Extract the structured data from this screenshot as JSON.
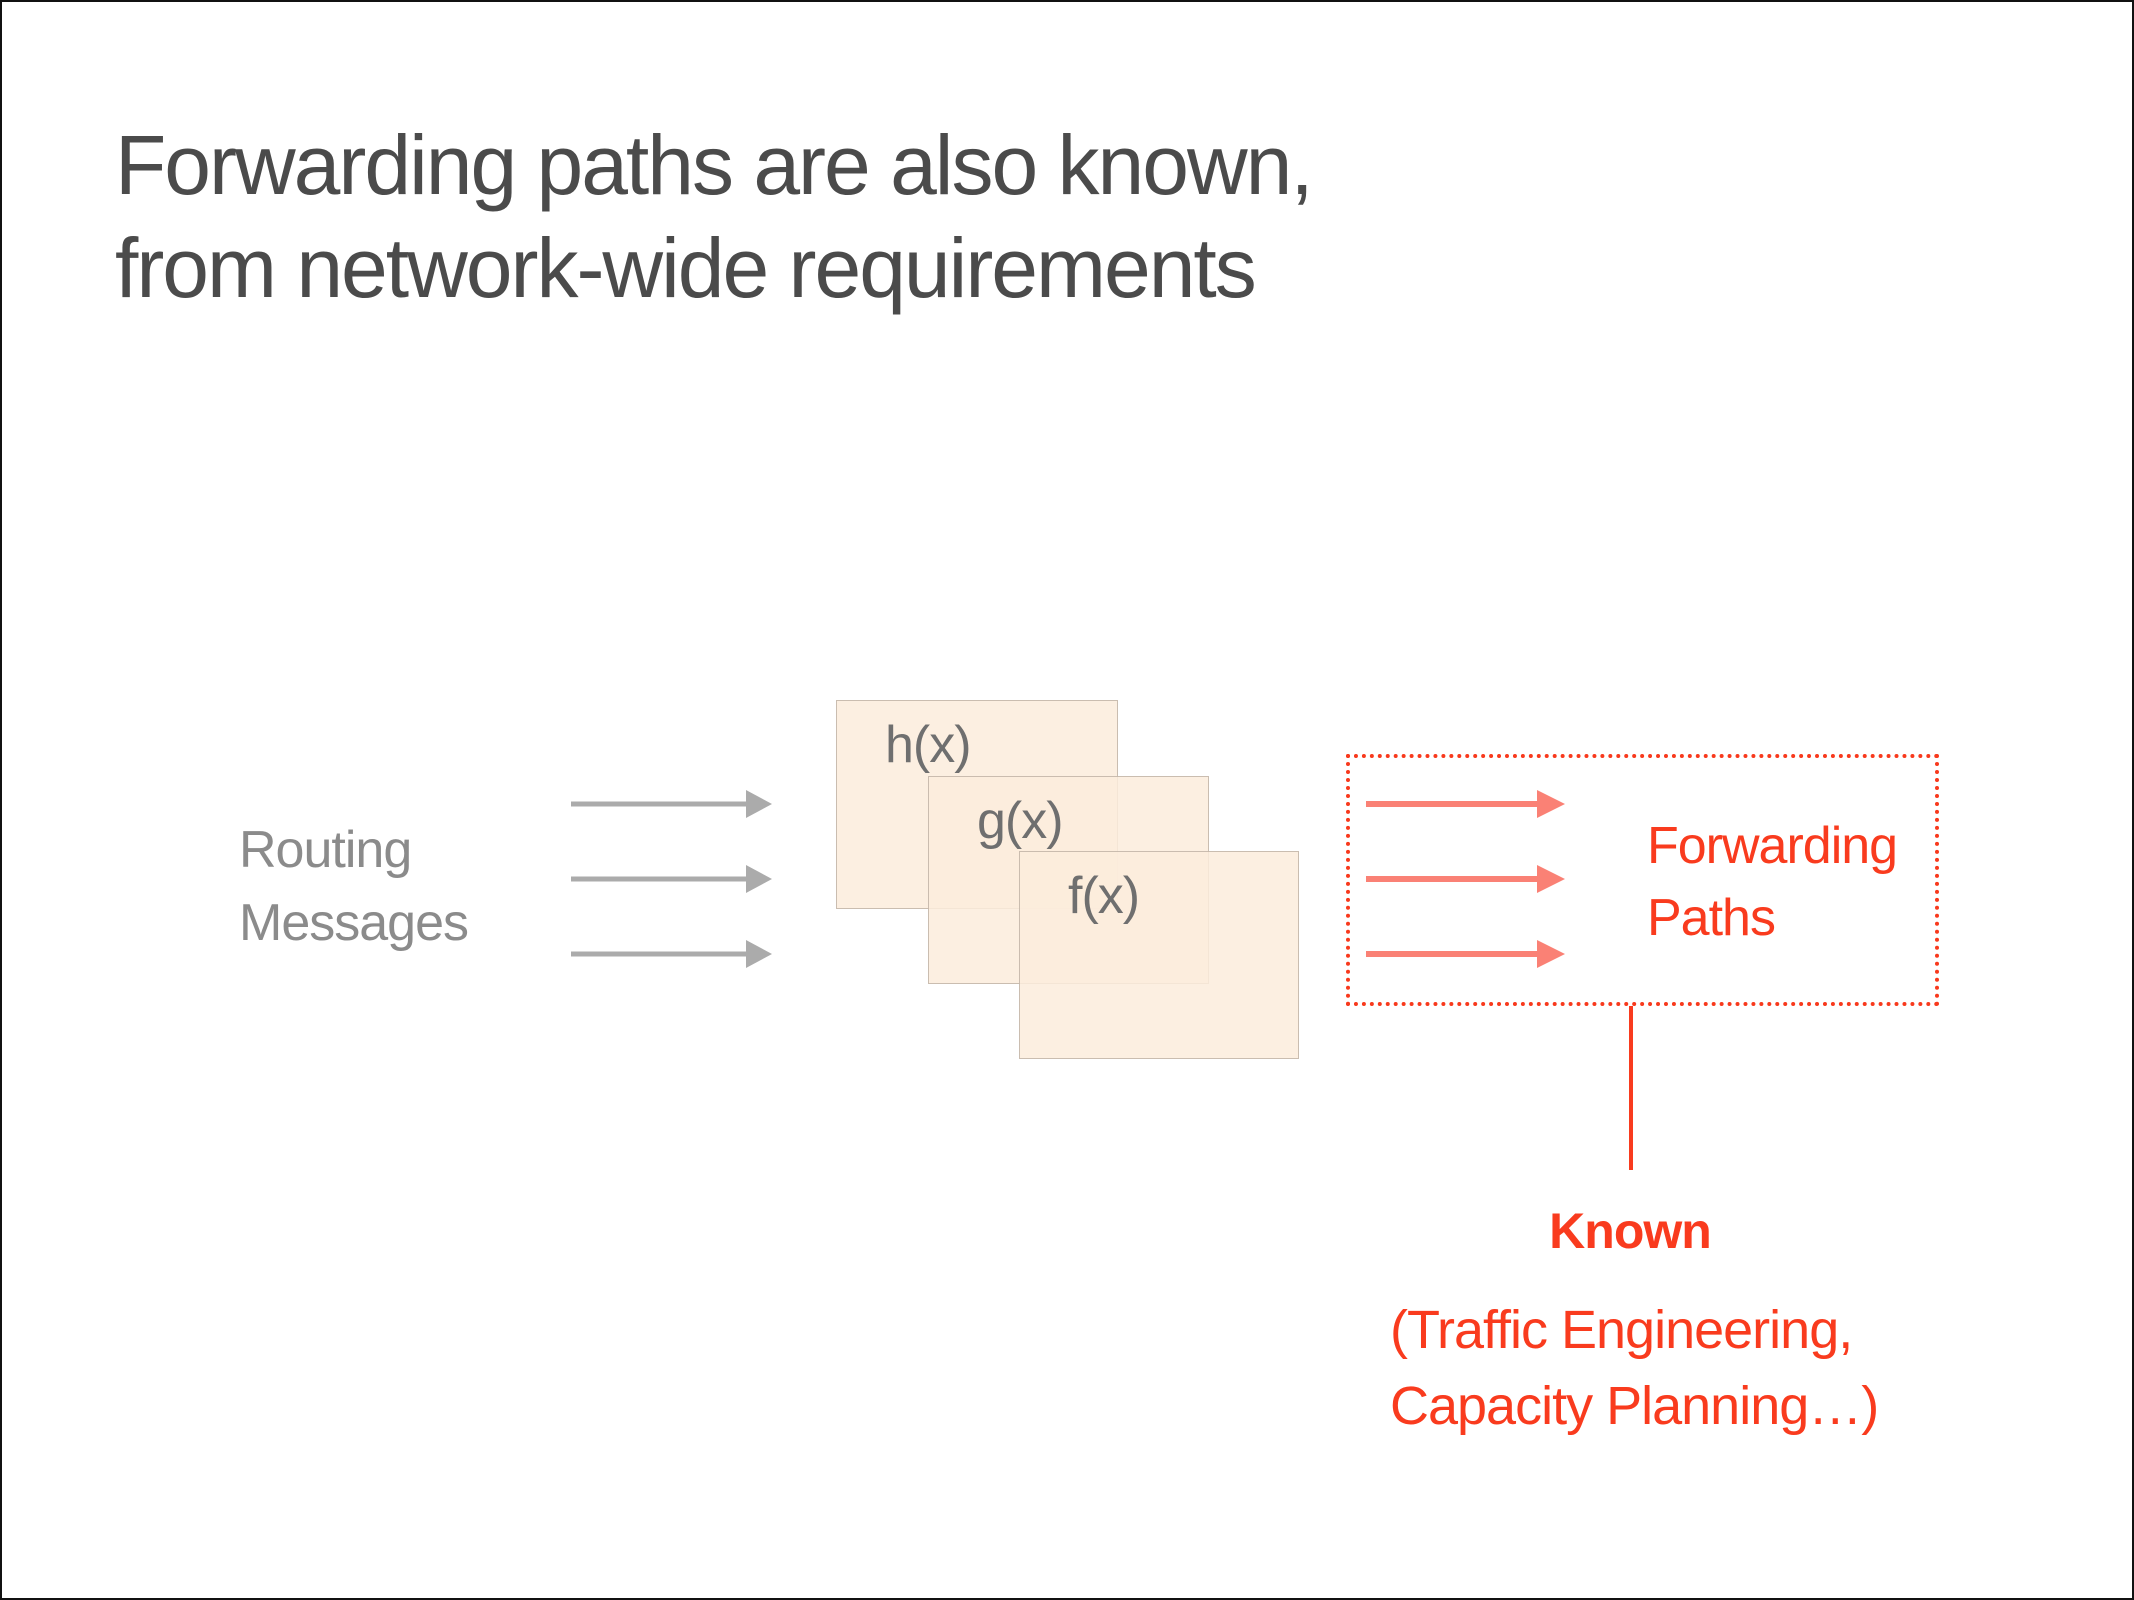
{
  "slide": {
    "title_line1": "Forwarding paths are also known,",
    "title_line2": "from network-wide requirements"
  },
  "diagram": {
    "input_label_line1": "Routing",
    "input_label_line2": "Messages",
    "function_boxes": [
      {
        "label": "h(x)"
      },
      {
        "label": "g(x)"
      },
      {
        "label": "f(x)"
      }
    ],
    "output_box": {
      "label_line1": "Forwarding",
      "label_line2": "Paths"
    },
    "annotation": {
      "heading": "Known",
      "detail_line1": "(Traffic Engineering,",
      "detail_line2": "Capacity Planning…)"
    }
  },
  "colors": {
    "title_gray": "#4b4b4b",
    "label_gray": "#8b8b8b",
    "box_label_gray": "#6f6f6f",
    "arrow_gray": "#ababab",
    "arrow_salmon": "#fa8175",
    "box_peach": "#fbecdc",
    "accent_red": "#f93b1e",
    "slide_border_black": "#111111"
  }
}
